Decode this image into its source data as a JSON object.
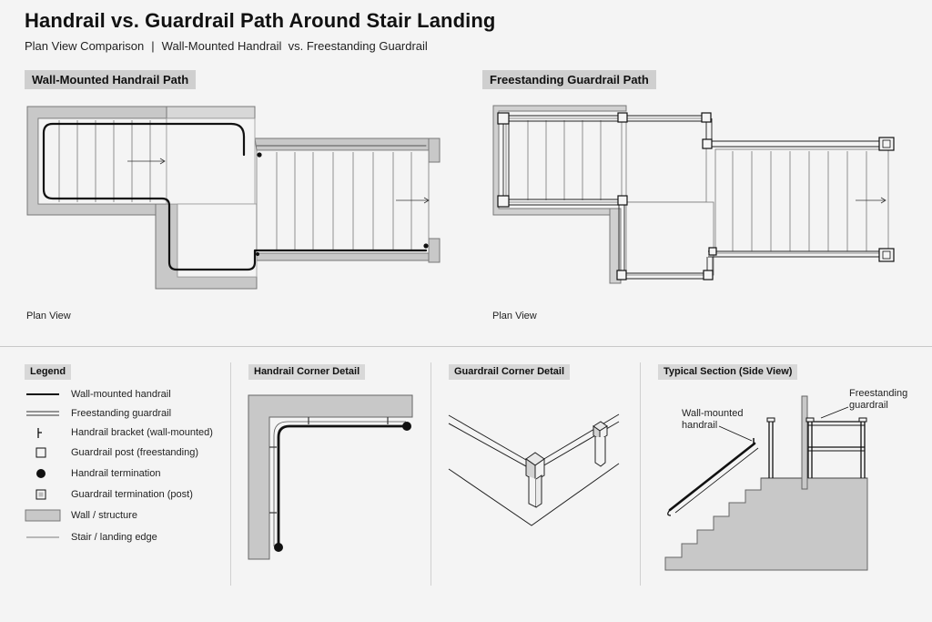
{
  "header": {
    "title": "Handrail vs. Guardrail Path Around Stair Landing",
    "subtitle_left": "Plan View Comparison",
    "subtitle_sep": "|",
    "subtitle_right": "Wall-Mounted Handrail  vs. Freestanding Guardrail"
  },
  "plans": {
    "left_label": "Wall-Mounted Handrail Path",
    "right_label": "Freestanding Guardrail Path",
    "left_caption": "Plan View",
    "right_caption": "Plan View"
  },
  "legend": {
    "title": "Legend",
    "items": [
      {
        "symbol": "wall-mounted-handrail-line",
        "label": "Wall-mounted handrail"
      },
      {
        "symbol": "freestanding-guardrail-double-line",
        "label": "Freestanding guardrail"
      },
      {
        "symbol": "bracket-glyph",
        "label": "Handrail bracket (wall-mounted)"
      },
      {
        "symbol": "square-post",
        "label": "Guardrail post (freestanding)"
      },
      {
        "symbol": "filled-circle",
        "label": "Handrail termination"
      },
      {
        "symbol": "square-post-inner",
        "label": "Guardrail termination (post)"
      },
      {
        "symbol": "gray-wall-block",
        "label": "Wall / structure"
      },
      {
        "symbol": "thin-line",
        "label": "Stair / landing edge"
      }
    ]
  },
  "details": {
    "handrail_corner": "Handrail Corner Detail",
    "guardrail_corner": "Guardrail Corner Detail",
    "typical_section": "Typical Section (Side View)",
    "callout_handrail": "Wall-mounted\nhandrail",
    "callout_guardrail": "Freestanding\nguardrail"
  },
  "colors": {
    "background": "#f4f4f4",
    "wall": "#c8c8c8",
    "line": "#111111",
    "label_bg": "#cfcfcf"
  }
}
